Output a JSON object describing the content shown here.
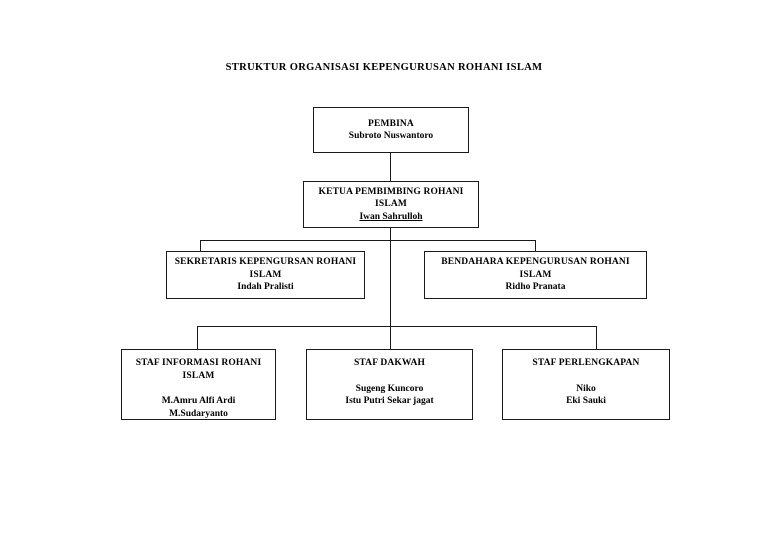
{
  "document": {
    "title": "STRUKTUR ORGANISASI KEPENGURUSAN ROHANI ISLAM"
  },
  "chart_data": {
    "type": "diagram",
    "diagram_type": "organizational-chart",
    "title": "STRUKTUR ORGANISASI KEPENGURUSAN ROHANI ISLAM",
    "orientation": "top-down",
    "levels": 4,
    "nodes": [
      {
        "id": "pembina",
        "level": 1,
        "title": "PEMBINA",
        "name": "Subroto Nuswantoro",
        "members": [],
        "underlined_name": false
      },
      {
        "id": "ketua",
        "level": 2,
        "title": "KETUA PEMBIMBING ROHANI ISLAM",
        "name": "Iwan Sahrulloh",
        "members": [],
        "underlined_name": true
      },
      {
        "id": "sekretaris",
        "level": 3,
        "title": "SEKRETARIS KEPENGURSAN ROHANI ISLAM",
        "name": "Indah Pralisti",
        "members": [],
        "underlined_name": false
      },
      {
        "id": "bendahara",
        "level": 3,
        "title": "BENDAHARA KEPENGURUSAN ROHANI ISLAM",
        "name": "Ridho Pranata",
        "members": [],
        "underlined_name": false
      },
      {
        "id": "staf-informasi",
        "level": 4,
        "title": "STAF INFORMASI ROHANI ISLAM",
        "name": "",
        "members": [
          "M.Amru Alfi Ardi",
          "M.Sudaryanto"
        ],
        "underlined_name": false
      },
      {
        "id": "staf-dakwah",
        "level": 4,
        "title": "STAF DAKWAH",
        "name": "",
        "members": [
          "Sugeng Kuncoro",
          "Istu Putri Sekar jagat"
        ],
        "underlined_name": false
      },
      {
        "id": "staf-perlengkapan",
        "level": 4,
        "title": "STAF PERLENGKAPAN",
        "name": "",
        "members": [
          "Niko",
          "Eki Sauki"
        ],
        "underlined_name": false
      }
    ],
    "edges": [
      {
        "from": "pembina",
        "to": "ketua"
      },
      {
        "from": "ketua",
        "to": "sekretaris"
      },
      {
        "from": "ketua",
        "to": "bendahara"
      },
      {
        "from": "ketua",
        "to": "staf-informasi"
      },
      {
        "from": "ketua",
        "to": "staf-dakwah"
      },
      {
        "from": "ketua",
        "to": "staf-perlengkapan"
      }
    ],
    "colors": {
      "background": "#ffffff",
      "border": "#1a1a1a",
      "text": "#000000"
    }
  }
}
